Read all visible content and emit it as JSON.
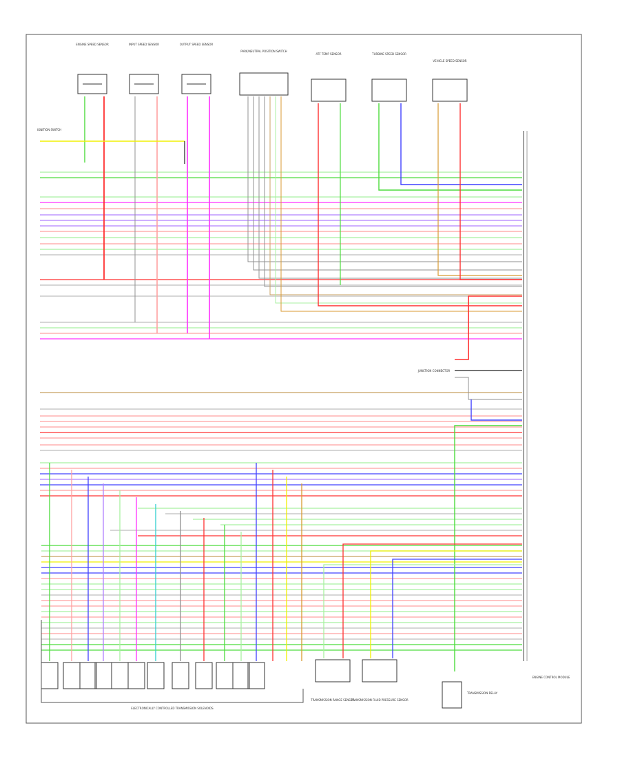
{
  "diagram": {
    "footer_label": "ELECTRONICALLY CONTROLLED TRANSMISSION SOLENOIDS",
    "components": [
      {
        "id": "sensor1",
        "label": "ENGINE SPEED SENSOR"
      },
      {
        "id": "sensor2",
        "label": "INPUT SPEED SENSOR"
      },
      {
        "id": "sensor3",
        "label": "OUTPUT SPEED SENSOR"
      },
      {
        "id": "conn",
        "label": "PARK/NEUTRAL POSITION SWITCH"
      },
      {
        "id": "sensor5",
        "label": "ATF TEMP SENSOR"
      },
      {
        "id": "sensor6",
        "label": "TURBINE SPEED SENSOR"
      },
      {
        "id": "sensor7",
        "label": "VEHICLE SPEED SENSOR"
      },
      {
        "id": "ecm",
        "label": "ENGINE CONTROL MODULE"
      },
      {
        "id": "tx_sensor1",
        "label": "TRANSMISSION RANGE SENSOR"
      },
      {
        "id": "tx_sensor2",
        "label": "TRANSMISSION FLUID PRESSURE SENSOR"
      },
      {
        "id": "relay",
        "label": "TRANSMISSION RELAY"
      },
      {
        "id": "junction",
        "label": "JUNCTION CONNECTOR"
      }
    ],
    "left_label": "IGNITION SWITCH",
    "colors": {
      "red": "#ff3030",
      "green": "#4cdc3c",
      "lightgreen": "#a8f0a0",
      "blue": "#4040ff",
      "magenta": "#ff30ff",
      "pink": "#ffa0a0",
      "orange": "#d89a30",
      "tan": "#c8a060",
      "yellow": "#f0f000",
      "gray": "#909090",
      "black": "#222222",
      "cyan": "#30d0d0",
      "violet": "#b080ff"
    }
  }
}
